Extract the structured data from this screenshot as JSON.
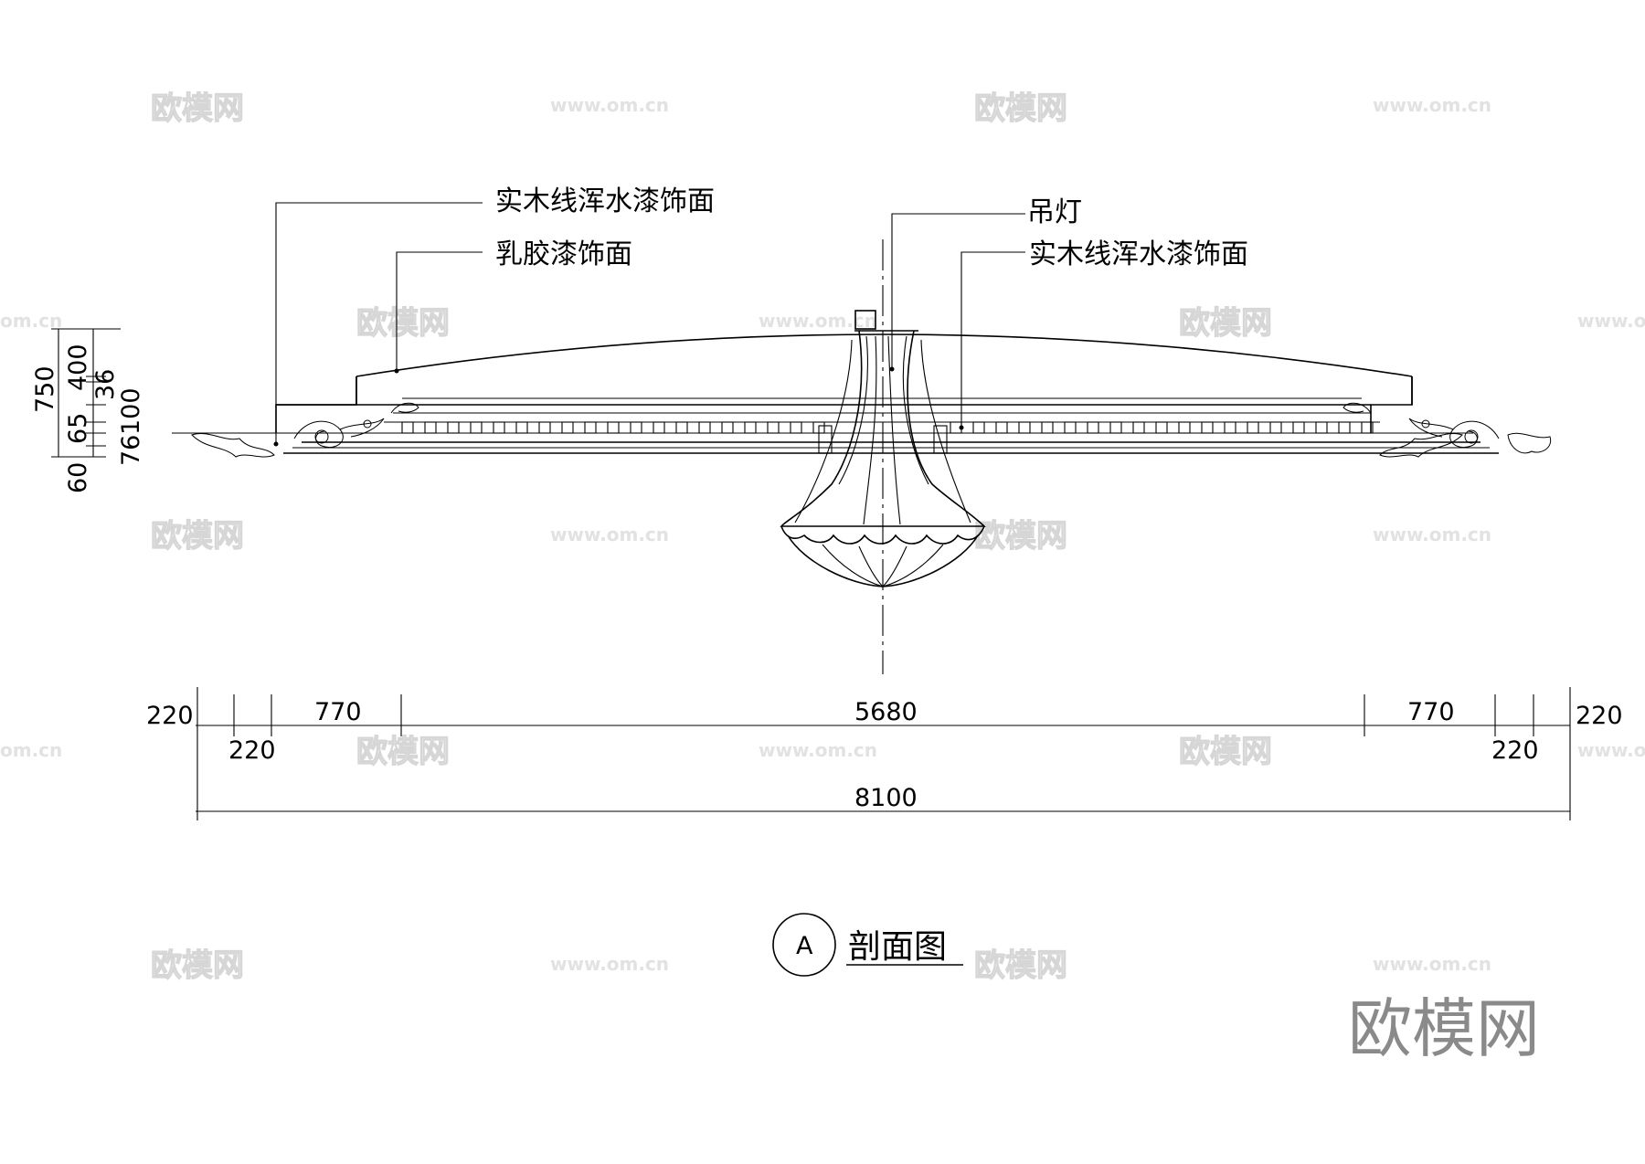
{
  "callouts": {
    "left_top": "实木线浑水漆饰面",
    "left_second": "乳胶漆饰面",
    "right_top": "吊灯",
    "right_second": "实木线浑水漆饰面"
  },
  "vertical_dims": {
    "total": "750",
    "upper": "400",
    "d36": "36",
    "d100": "100",
    "d65": "65",
    "d76": "76",
    "d60": "60"
  },
  "horizontal_dims": {
    "left_outer": "220",
    "left_inner": "220",
    "left_770": "770",
    "center": "5680",
    "right_770": "770",
    "right_inner": "220",
    "right_outer": "220",
    "overall": "8100"
  },
  "section_tag": {
    "marker": "A",
    "title": "剖面图"
  },
  "watermarks": {
    "logo": "欧模网",
    "url": "www.om.cn",
    "url_cropped": "om.cn"
  },
  "brand": "欧模网"
}
